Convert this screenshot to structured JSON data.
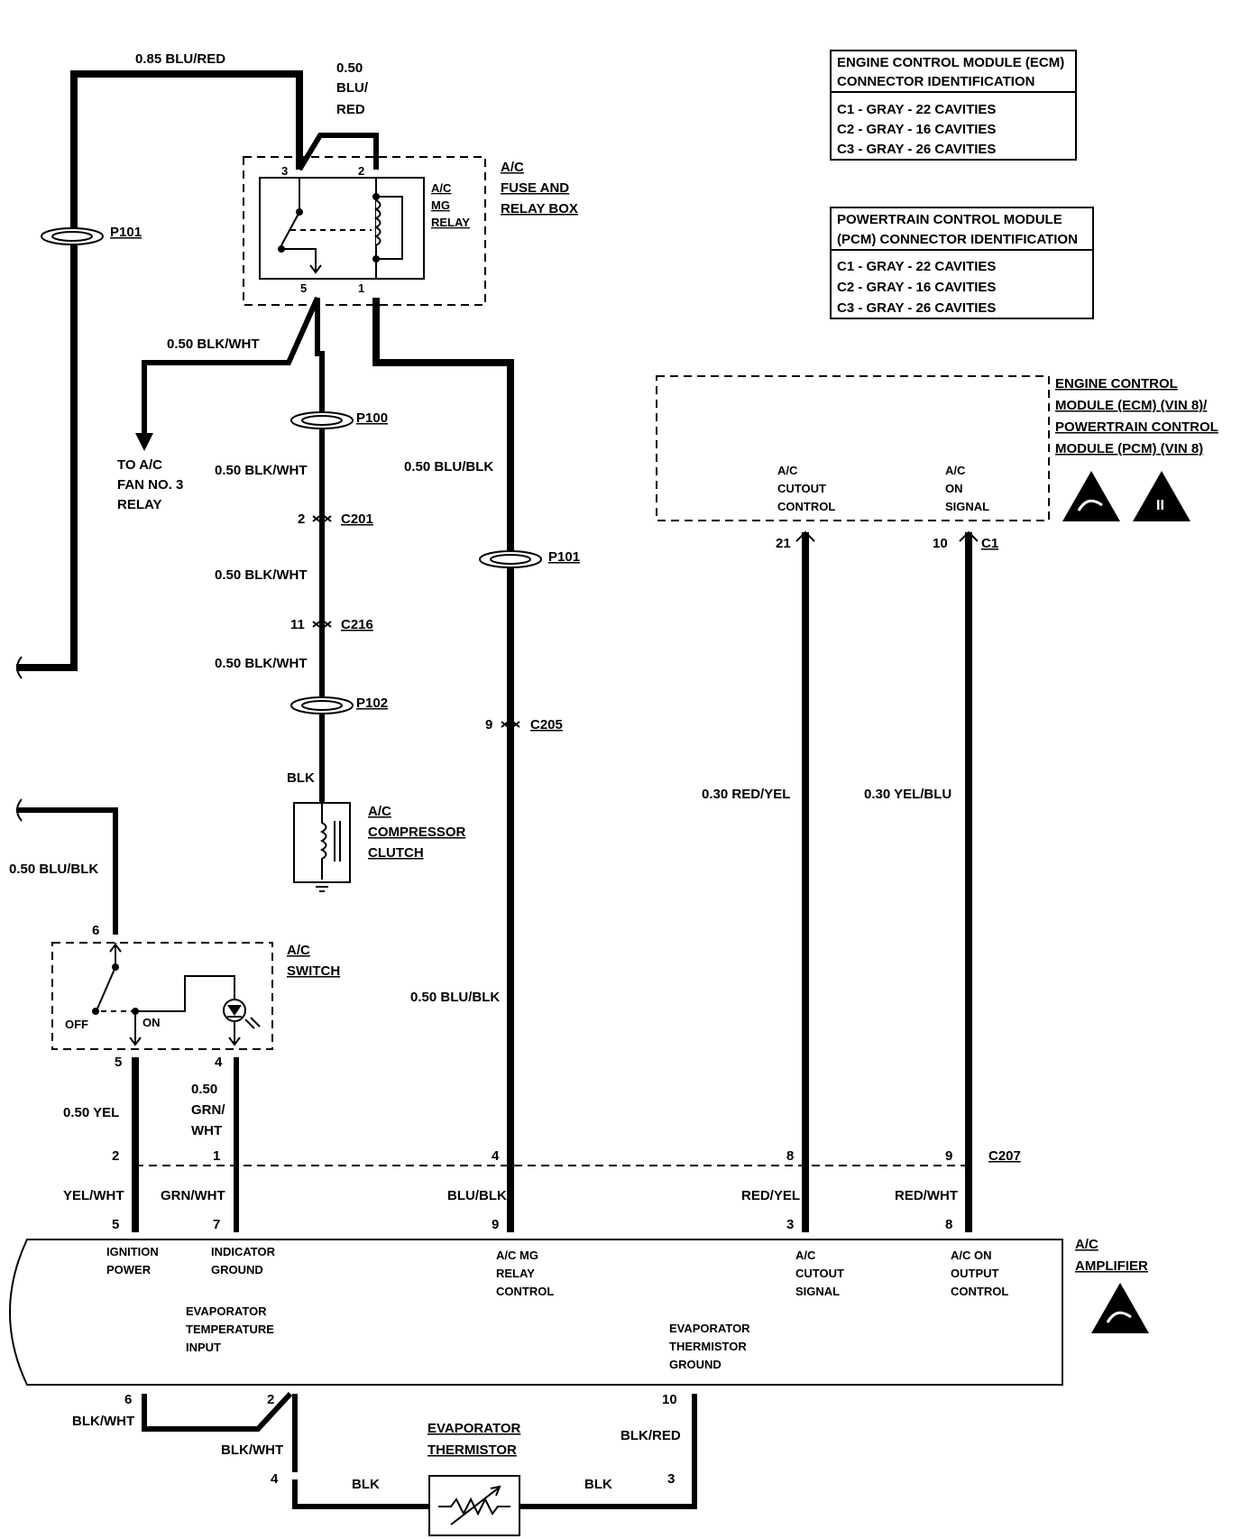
{
  "ecm_id_table": {
    "title1": "ENGINE CONTROL MODULE (ECM)",
    "title2": "CONNECTOR IDENTIFICATION",
    "rows": [
      "C1 - GRAY - 22 CAVITIES",
      "C2 - GRAY - 16 CAVITIES",
      "C3 - GRAY - 26 CAVITIES"
    ]
  },
  "pcm_id_table": {
    "title1": "POWERTRAIN CONTROL MODULE",
    "title2": "(PCM) CONNECTOR IDENTIFICATION",
    "rows": [
      "C1 - GRAY - 22 CAVITIES",
      "C2 - GRAY - 16 CAVITIES",
      "C3 - GRAY - 26 CAVITIES"
    ]
  },
  "relay_box": {
    "title1": "A/C",
    "title2": "FUSE AND",
    "title3": "RELAY BOX",
    "relay1": "A/C",
    "relay2": "MG",
    "relay3": "RELAY",
    "pin3": "3",
    "pin2": "2",
    "pin5": "5",
    "pin1": "1"
  },
  "ecm_box": {
    "line1": "ENGINE CONTROL",
    "line2": "MODULE (ECM) (VIN 8)/",
    "line3": "POWERTRAIN CONTROL",
    "line4": "MODULE (PCM) (VIN 8)",
    "cutout1": "A/C",
    "cutout2": "CUTOUT",
    "cutout3": "CONTROL",
    "on1": "A/C",
    "on2": "ON",
    "on3": "SIGNAL",
    "pin21": "21",
    "pin10": "10",
    "conn": "C1"
  },
  "wires": {
    "top_left": "0.85 BLU/RED",
    "relay2a": "0.50",
    "relay2b": "BLU/",
    "relay2c": "RED",
    "fan_wire": "0.50 BLK/WHT",
    "fan_to1": "TO A/C",
    "fan_to2": "FAN NO. 3",
    "fan_to3": "RELAY",
    "comp1": "0.50 BLK/WHT",
    "comp2": "0.50 BLK/WHT",
    "comp3": "0.50 BLK/WHT",
    "comp_blk": "BLK",
    "relay_ctrl1": "0.50 BLU/BLK",
    "relay_ctrl2": "0.50 BLU/BLK",
    "cutout": "0.30 RED/YEL",
    "on_signal": "0.30 YEL/BLU",
    "switch_feed": "0.50 BLU/BLK",
    "sw_yel": "0.50 YEL",
    "sw_grn1": "0.50",
    "sw_grn2": "GRN/",
    "sw_grn3": "WHT",
    "amp_yelwht": "YEL/WHT",
    "amp_grnwht": "GRN/WHT",
    "amp_blublk": "BLU/BLK",
    "amp_redyel": "RED/YEL",
    "amp_redwht": "RED/WHT",
    "th_blkwht1": "BLK/WHT",
    "th_blkwht2": "BLK/WHT",
    "th_blk1": "BLK",
    "th_blk2": "BLK",
    "th_blkred": "BLK/RED"
  },
  "connectors": {
    "p101": "P101",
    "p100": "P100",
    "p102": "P102",
    "p101b": "P101",
    "c201": "C201",
    "c201_pin": "2",
    "c216": "C216",
    "c216_pin": "11",
    "c205": "C205",
    "c205_pin": "9",
    "c207": "C207",
    "c207_pins": [
      "2",
      "1",
      "4",
      "8",
      "9"
    ]
  },
  "compressor": {
    "line1": "A/C",
    "line2": "COMPRESSOR",
    "line3": "CLUTCH"
  },
  "ac_switch": {
    "line1": "A/C",
    "line2": "SWITCH",
    "off": "OFF",
    "on": "ON",
    "pin6": "6",
    "pin5": "5",
    "pin4": "4"
  },
  "amplifier": {
    "line1": "A/C",
    "line2": "AMPLIFIER",
    "pins": [
      "5",
      "7",
      "9",
      "3",
      "8"
    ],
    "ign1": "IGNITION",
    "ign2": "POWER",
    "ind1": "INDICATOR",
    "ind2": "GROUND",
    "mg1": "A/C MG",
    "mg2": "RELAY",
    "mg3": "CONTROL",
    "cut1": "A/C",
    "cut2": "CUTOUT",
    "cut3": "SIGNAL",
    "on1": "A/C ON",
    "on2": "OUTPUT",
    "on3": "CONTROL",
    "evt1": "EVAPORATOR",
    "evt2": "TEMPERATURE",
    "evt3": "INPUT",
    "evg1": "EVAPORATOR",
    "evg2": "THERMISTOR",
    "evg3": "GROUND",
    "bpin6": "6",
    "bpin2": "2",
    "bpin10": "10"
  },
  "thermistor": {
    "line1": "EVAPORATOR",
    "line2": "THERMISTOR",
    "pin4": "4",
    "pin3": "3"
  }
}
